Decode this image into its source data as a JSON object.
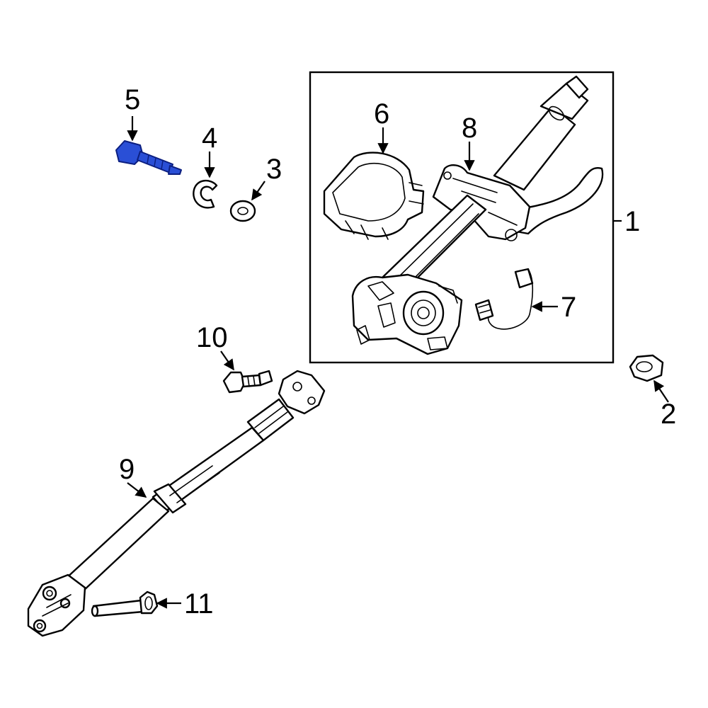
{
  "diagram": {
    "callouts": {
      "c1": "1",
      "c2": "2",
      "c3": "3",
      "c4": "4",
      "c5": "5",
      "c6": "6",
      "c7": "7",
      "c8": "8",
      "c9": "9",
      "c10": "10",
      "c11": "11"
    },
    "highlighted_part": "5",
    "colors": {
      "highlight_fill": "#2a4fd6",
      "line": "#000000",
      "background": "#ffffff"
    }
  }
}
